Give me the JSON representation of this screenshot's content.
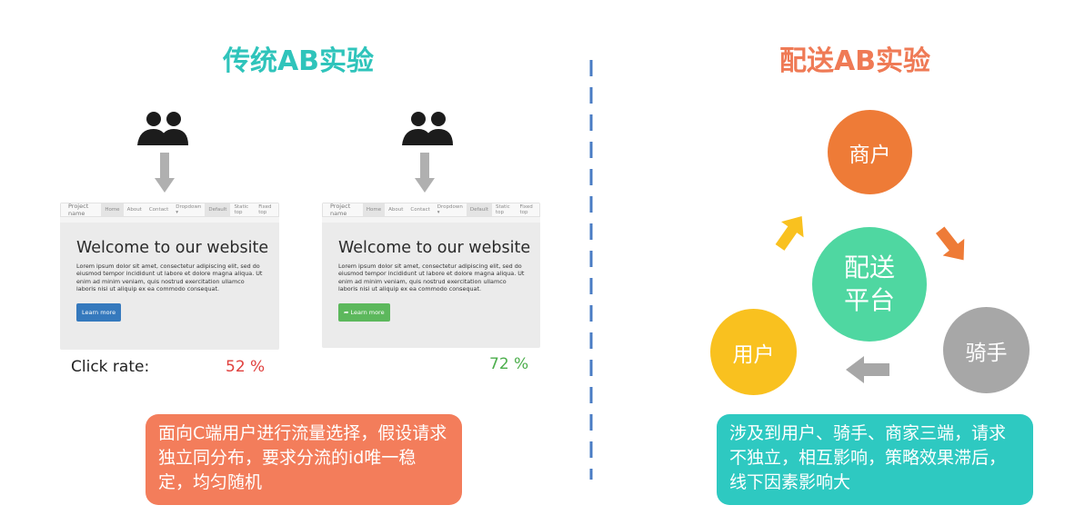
{
  "left_panel": {
    "title": "传统AB实验",
    "variant_a": {
      "nav": [
        "Project name",
        "Home",
        "About",
        "Contact",
        "Dropdown ▾",
        "Default",
        "Static top",
        "Fixed top"
      ],
      "heading": "Welcome to our website",
      "body": "Lorem ipsum dolor sit amet, consectetur adipiscing elit, sed do eiusmod tempor incididunt ut labore et dolore magna aliqua. Ut enim ad minim veniam, quis nostrud exercitation ullamco laboris nisi ut aliquip ex ea commodo consequat.",
      "button_label": "Learn more",
      "button_color": "#3579bd",
      "click_rate_label": "Click rate:",
      "click_rate": "52 %",
      "click_rate_color": "#e0413e"
    },
    "variant_b": {
      "nav": [
        "Project name",
        "Home",
        "About",
        "Contact",
        "Dropdown ▾",
        "Default",
        "Static top",
        "Fixed top"
      ],
      "heading": "Welcome to our website",
      "body": "Lorem ipsum dolor sit amet, consectetur adipiscing elit, sed do eiusmod tempor incididunt ut labore et dolore magna aliqua. Ut enim ad minim veniam, quis nostrud exercitation ullamco laboris nisi ut aliquip ex ea commodo consequat.",
      "button_label": "Learn more",
      "button_color": "#5cb85c",
      "click_rate": "72 %",
      "click_rate_color": "#4cae4c"
    },
    "note": "面向C端用户进行流量选择，假设请求独立同分布，要求分流的id唯一稳定，均匀随机",
    "note_color": "#f37d5b",
    "title_color": "#2fc4bb"
  },
  "right_panel": {
    "title": "配送AB实验",
    "title_color": "#ef7a55",
    "nodes": {
      "merchant": "商户",
      "platform": "配送平台",
      "user": "用户",
      "rider": "骑手"
    },
    "node_colors": {
      "merchant": "#ee7b37",
      "platform": "#4fd7a1",
      "user": "#f9c11f",
      "rider": "#a7a7a7"
    },
    "note": "涉及到用户、骑手、商家三端，请求不独立，相互影响，策略效果滞后，线下因素影响大",
    "note_color": "#2ec9c1"
  },
  "divider_color": "#4a7cc4",
  "icons": [
    "users-icon",
    "down-arrow-icon",
    "curved-arrow-icon",
    "left-arrow-icon"
  ]
}
